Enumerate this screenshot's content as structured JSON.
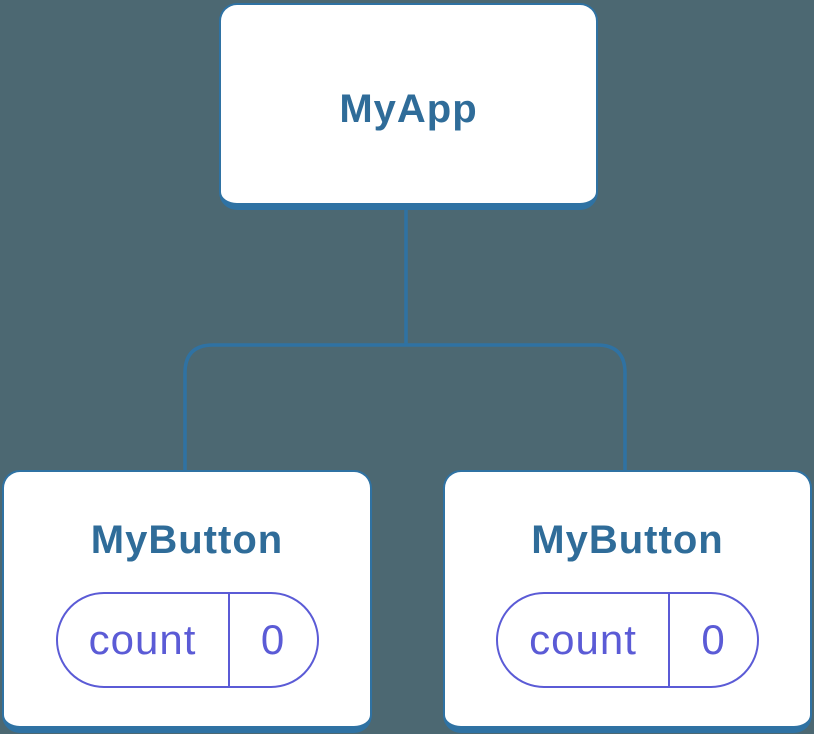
{
  "diagram": {
    "title": "component-tree",
    "background_color": "#4C6872",
    "colors": {
      "line_blue": "#2F72A3",
      "label_blue": "#2F6C99",
      "state_purple": "#5B5BD6",
      "card_white": "#FFFFFF"
    },
    "tree": {
      "root": {
        "label": "MyApp"
      },
      "children": [
        {
          "label": "MyButton",
          "state_name": "count",
          "state_value": "0"
        },
        {
          "label": "MyButton",
          "state_name": "count",
          "state_value": "0"
        }
      ]
    }
  }
}
